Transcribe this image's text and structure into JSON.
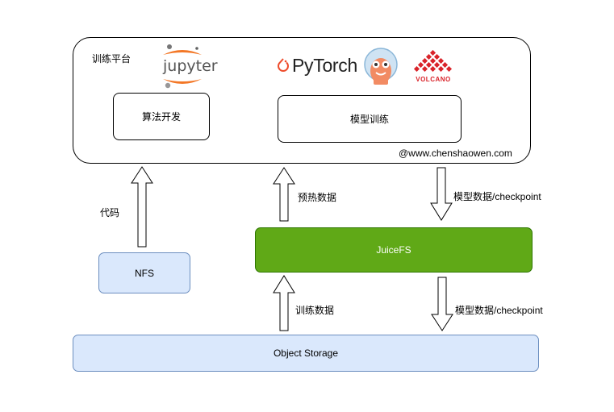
{
  "platform": {
    "title": "训练平台",
    "algo_label": "算法开发",
    "train_label": "模型训练",
    "website": "@www.chenshaowen.com"
  },
  "logos": {
    "jupyter": "jupyter",
    "pytorch": "PyTorch",
    "volcano": "VOLCANO"
  },
  "nodes": {
    "nfs": "NFS",
    "juicefs": "JuiceFS",
    "object_storage": "Object Storage"
  },
  "edges": {
    "code": "代码",
    "preheat": "预热数据",
    "model_ckpt_top": "模型数据/checkpoint",
    "train_data": "训练数据",
    "model_ckpt_bottom": "模型数据/checkpoint"
  },
  "colors": {
    "juicefs_fill": "#60a917",
    "juicefs_border": "#2d7600",
    "blue_fill": "#dae8fc",
    "blue_border": "#6c8ebf",
    "pytorch_orange": "#ee4c2c",
    "jupyter_orange": "#f37726",
    "volcano_red": "#d9232a"
  }
}
